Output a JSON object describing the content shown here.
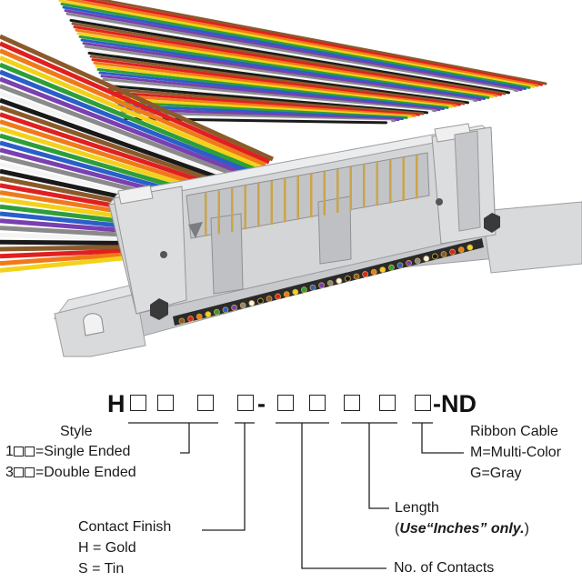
{
  "part_number": {
    "prefix": "H",
    "dash1": "-",
    "suffix": "-ND"
  },
  "legend": {
    "style": {
      "title": "Style",
      "single_prefix": "1",
      "single_text": "=Single Ended",
      "double_prefix": "3",
      "double_text": "=Double Ended"
    },
    "contact_finish": {
      "title": "Contact Finish",
      "gold": "H = Gold",
      "tin": "S = Tin"
    },
    "contacts": {
      "title": "No. of Contacts"
    },
    "length": {
      "title": "Length",
      "note_open": "(",
      "note_bold": "Use“Inches” only.",
      "note_close": ")"
    },
    "ribbon": {
      "title": "Ribbon Cable",
      "multi": "M=Multi-Color",
      "gray": "G=Gray"
    }
  },
  "colors": {
    "housing": "#d4d5d7",
    "housing_shadow": "#b9babd",
    "pin_gold": "#c9a54a",
    "line": "#222222",
    "ribbon_sequence": [
      "#8b5a2b",
      "#e02020",
      "#f07a1a",
      "#f2d21a",
      "#2e9e3a",
      "#2a5fc9",
      "#7a3fb0",
      "#8a8a8a",
      "#f4f4f4",
      "#1a1a1a"
    ]
  }
}
